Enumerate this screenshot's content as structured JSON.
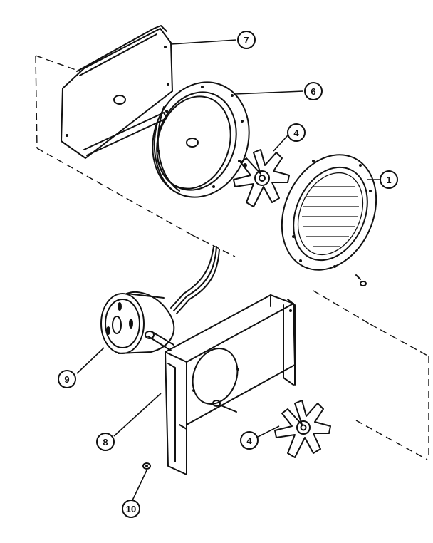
{
  "callouts": [
    {
      "id": "c7",
      "label": "7"
    },
    {
      "id": "c6",
      "label": "6"
    },
    {
      "id": "c4a",
      "label": "4"
    },
    {
      "id": "c1",
      "label": "1"
    },
    {
      "id": "c9",
      "label": "9"
    },
    {
      "id": "c8",
      "label": "8"
    },
    {
      "id": "c4b",
      "label": "4"
    },
    {
      "id": "c10",
      "label": "10"
    }
  ]
}
